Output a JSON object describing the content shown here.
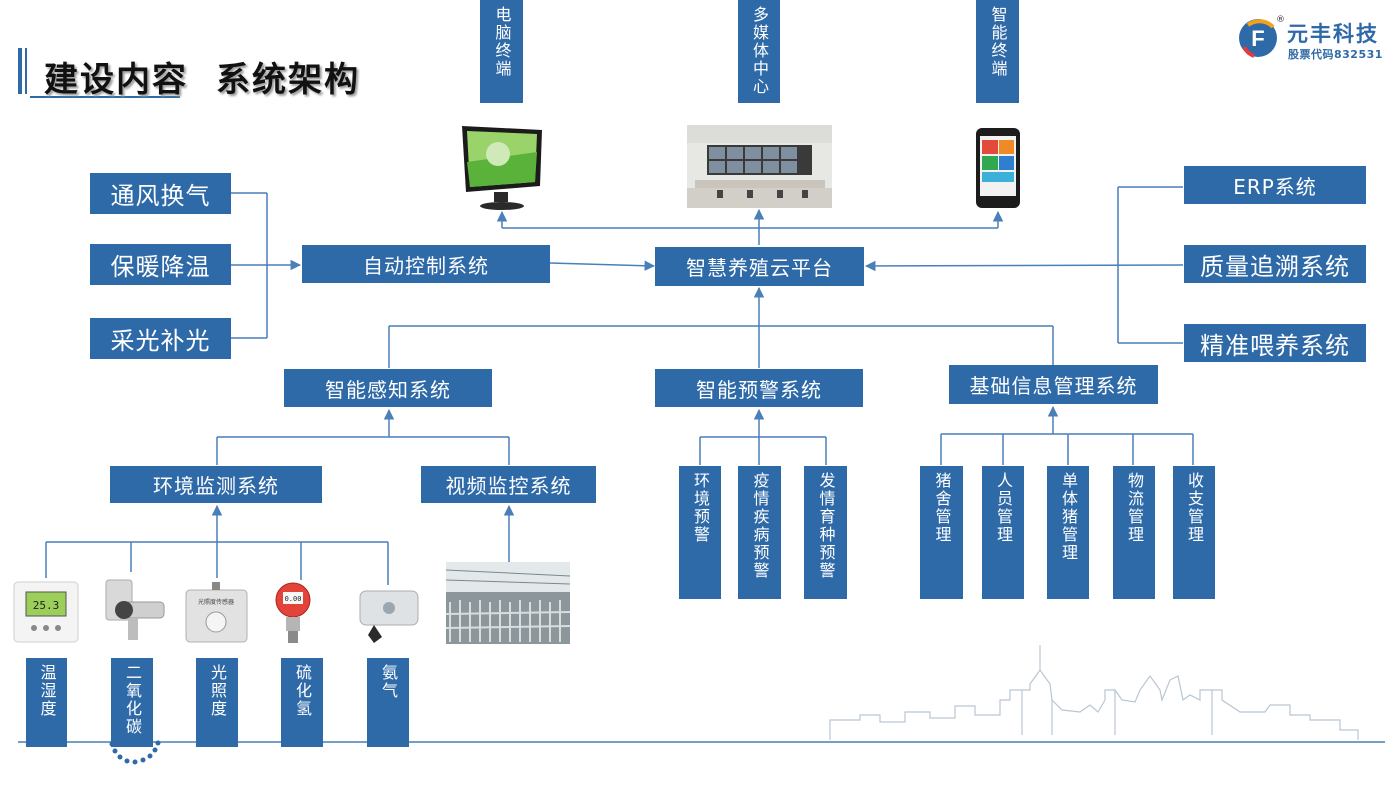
{
  "header": {
    "title_part1": "建设内容",
    "title_part2": "系统架构",
    "brand_name": "元丰科技",
    "stock_code": "股票代码832531",
    "logo_letter": "F",
    "registered_mark": "®"
  },
  "terminals": {
    "computer": "电脑终端",
    "multimedia": "多媒体中心",
    "smart": "智能终端"
  },
  "left_controls": {
    "ventilation": "通风换气",
    "heating_cooling": "保暖降温",
    "lighting": "采光补光"
  },
  "core": {
    "auto_control": "自动控制系统",
    "cloud_platform": "智慧养殖云平台"
  },
  "right_systems": {
    "erp": "ERP系统",
    "traceability": "质量追溯系统",
    "feeding": "精准喂养系统"
  },
  "subsystems": {
    "perception": "智能感知系统",
    "warning": "智能预警系统",
    "info_mgmt": "基础信息管理系统",
    "env_monitor": "环境监测系统",
    "video_monitor": "视频监控系统"
  },
  "warning_items": [
    "环境预警",
    "疫情疾病预警",
    "发情育种预警"
  ],
  "info_items": [
    "猪舍管理",
    "人员管理",
    "单体猪管理",
    "物流管理",
    "收支管理"
  ],
  "sensor_items": [
    "温湿度",
    "二氧化碳",
    "光照度",
    "硫化氢",
    "氨气"
  ],
  "device_labels": {
    "lcd": "25.3",
    "light_sensor": "光照度传感器",
    "gas_display": "0.00"
  },
  "colors": {
    "box_blue": "#2f6aa8",
    "line_blue": "#4a7fb8",
    "title_accent": "#2f6aa8"
  }
}
